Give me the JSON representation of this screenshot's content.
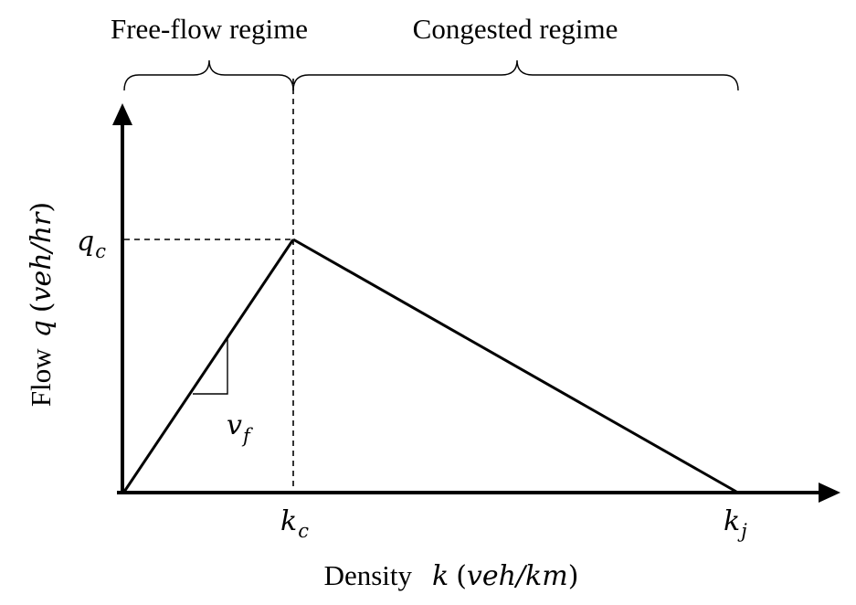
{
  "regimes": {
    "free_flow_label": "Free-flow regime",
    "congested_label": "Congested regime"
  },
  "axes": {
    "y_word": "Flow",
    "y_symbol": "q",
    "y_unit_open": "(",
    "y_unit": "veh/hr",
    "y_unit_close": ")",
    "x_word": "Density",
    "x_symbol": "k",
    "x_unit_open": "(",
    "x_unit": "veh/km",
    "x_unit_close": ")"
  },
  "points": {
    "capacity_flow": {
      "base": "q",
      "sub": "c"
    },
    "critical_density": {
      "base": "k",
      "sub": "c"
    },
    "jam_density": {
      "base": "k",
      "sub": "j"
    }
  },
  "slope_label": {
    "base": "v",
    "sub": "f"
  },
  "colors": {
    "line": "#000000",
    "background": "#ffffff"
  }
}
